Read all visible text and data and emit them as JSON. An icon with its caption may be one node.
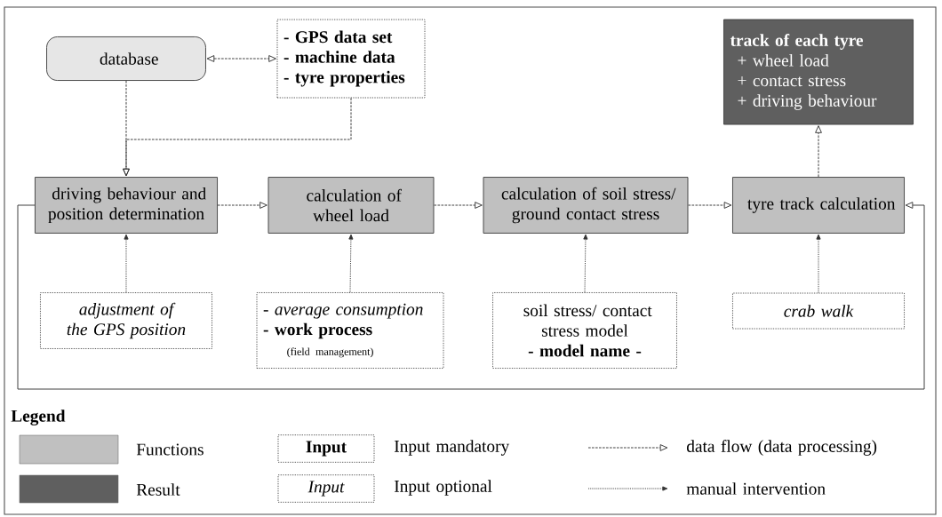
{
  "diagram": {
    "nodes": [
      {
        "text": [
          "database"
        ]
      },
      {
        "text": [
          "- GPS data set",
          "- machine data",
          "- tyre properties"
        ]
      },
      {
        "text": [
          "track of each tyre",
          "+ wheel load",
          "+ contact stress",
          "+ driving behaviour"
        ]
      },
      {
        "text": [
          "driving behaviour and position determination"
        ]
      },
      {
        "text": [
          "calculation of wheel load"
        ]
      },
      {
        "text": [
          "calculation of soil stress/ ground contact stress"
        ]
      },
      {
        "text": [
          "tyre track calculation"
        ]
      },
      {
        "text": [
          "adjustment of the GPS position"
        ]
      },
      {
        "text": [
          "- average consumption",
          "- work process",
          "(field management)"
        ]
      },
      {
        "text": [
          "soil stress/ contact stress model",
          "- model name -"
        ]
      },
      {
        "text": [
          "crab walk"
        ]
      }
    ],
    "edges": [
      {
        "from": 0,
        "to": 1,
        "arrow": "both",
        "style": "dashed"
      },
      {
        "from": 0,
        "to": 3,
        "arrow": "to",
        "style": "dashed"
      },
      {
        "from": 1,
        "to": 3,
        "arrow": "to",
        "style": "dashed"
      },
      {
        "from": 3,
        "to": 4,
        "arrow": "to",
        "style": "dashed"
      },
      {
        "from": 4,
        "to": 5,
        "arrow": "to",
        "style": "dashed"
      },
      {
        "from": 5,
        "to": 6,
        "arrow": "to",
        "style": "dashed"
      },
      {
        "from": 6,
        "to": 2,
        "arrow": "to",
        "style": "dashed"
      },
      {
        "from": 7,
        "to": 3,
        "arrow": "to",
        "style": "dashed"
      },
      {
        "from": 8,
        "to": 4,
        "arrow": "to",
        "style": "dashed"
      },
      {
        "from": 9,
        "to": 5,
        "arrow": "to",
        "style": "dashed"
      },
      {
        "from": 10,
        "to": 6,
        "arrow": "to",
        "style": "dashed"
      },
      {
        "from": 3,
        "to": 6,
        "arrow": "to"
      }
    ],
    "labels": [
      "Legend",
      "Input",
      "Input"
    ],
    "legend": [
      {
        "text": "Functions",
        "color": "#c0c0c0"
      },
      {
        "text": "Result",
        "color": "#5f5f5f"
      },
      {
        "text": "Input mandatory"
      },
      {
        "text": "Input optional"
      },
      {
        "text": "data flow (data processing)"
      },
      {
        "text": "manual intervention"
      }
    ]
  }
}
